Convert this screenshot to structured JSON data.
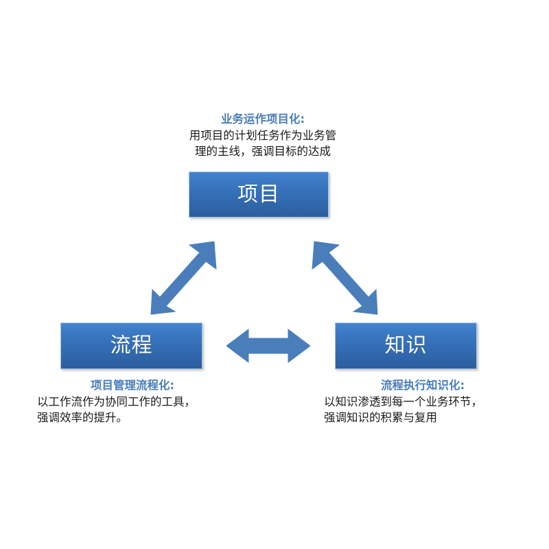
{
  "diagram": {
    "type": "triangular-relationship",
    "accent_color": "#4A7EBB",
    "box_gradient_top": "#4486CE",
    "box_gradient_bottom": "#2A5E9E",
    "box_text_color": "#FFFFFF",
    "body_text_color": "#1A1A1A",
    "background": "#FFFFFF"
  },
  "nodes": [
    {
      "id": "project",
      "label": "项目"
    },
    {
      "id": "process",
      "label": "流程"
    },
    {
      "id": "knowledge",
      "label": "知识"
    }
  ],
  "captions": {
    "top": {
      "title": "业务运作项目化:",
      "line1": "用项目的计划任务作为业务管",
      "line2": "理的主线，强调目标的达成"
    },
    "left": {
      "title": "项目管理流程化:",
      "line1": "以工作流作为协同工作的工具，",
      "line2": "强调效率的提升。"
    },
    "right": {
      "title": "流程执行知识化:",
      "line1": "以知识渗透到每一个业务环节，",
      "line2": "强调知识的积累与复用"
    }
  },
  "connectors": [
    {
      "id": "project-process",
      "icon": "double-arrow-diagonal-up-right",
      "from": "process",
      "to": "project"
    },
    {
      "id": "project-knowledge",
      "icon": "double-arrow-diagonal-up-left",
      "from": "knowledge",
      "to": "project"
    },
    {
      "id": "process-knowledge",
      "icon": "double-arrow-horizontal",
      "from": "process",
      "to": "knowledge"
    }
  ]
}
